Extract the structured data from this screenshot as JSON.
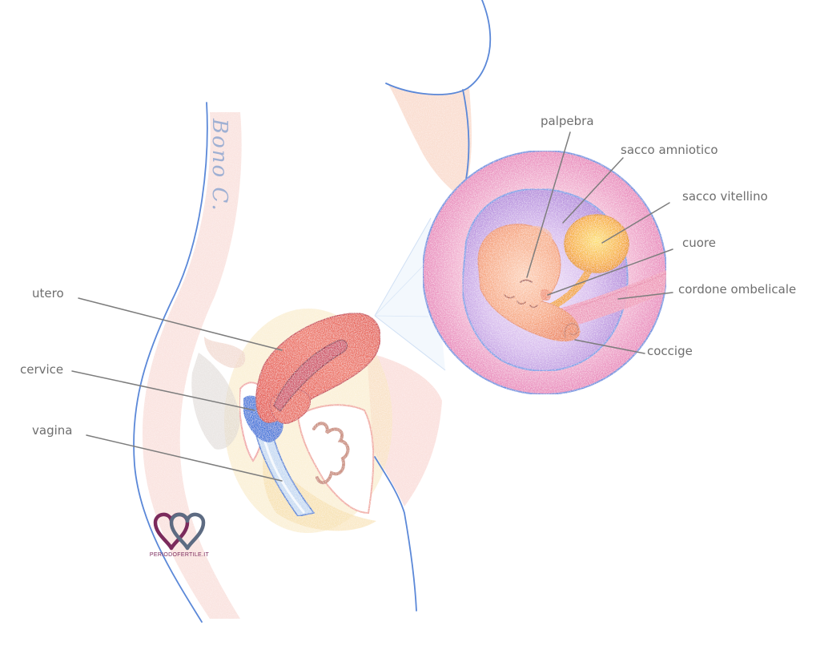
{
  "labels": {
    "eyelid": "palpebra",
    "amniotic_sac": "sacco amniotico",
    "yolk_sac": "sacco vitellino",
    "heart": "cuore",
    "umbilical_cord": "cordone ombelicale",
    "coccyx": "coccige",
    "uterus": "utero",
    "cervix": "cervice",
    "vagina": "vagina"
  },
  "logo": {
    "text": "PERIODOFERTILE.IT",
    "heart_left_color": "#7b2a5c",
    "heart_right_color": "#5d6b82",
    "text_color": "#7b2a5c"
  },
  "signature": {
    "text": "Bono C.",
    "color": "#9fb0d3"
  },
  "colors": {
    "label_text": "#6e6e6e",
    "leader_line": "#7d7d7d",
    "body_outline": "#5b88d8",
    "uterus": "#e86a5c",
    "cervix": "#3b6fd8",
    "chorion": "#ec8fbe",
    "amnion": "#b98fdc",
    "yolk_sac": "#f7a83a",
    "embryo": "#f6a07a",
    "umbilical_cord": "#f09ab8"
  }
}
